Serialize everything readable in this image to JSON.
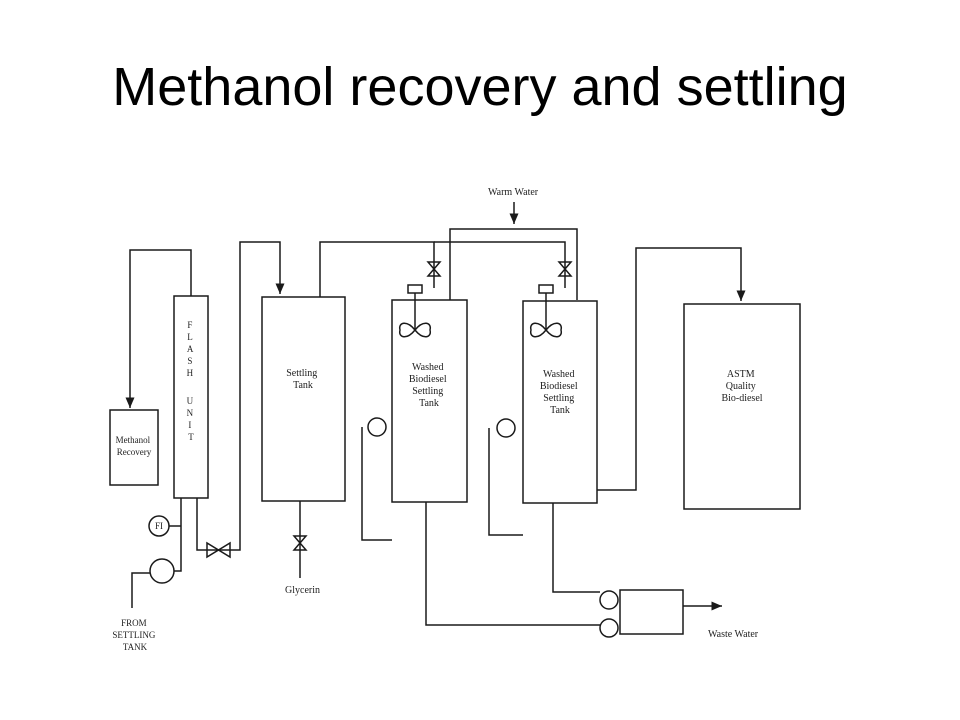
{
  "slide": {
    "title": "Methanol recovery and settling"
  },
  "diagram": {
    "warm_water": "Warm Water",
    "methanol_recovery": [
      "Methanol",
      "Recovery"
    ],
    "flash_unit": [
      "F",
      "L",
      "A",
      "S",
      "H",
      "",
      "U",
      "N",
      "I",
      "T"
    ],
    "settling_tank": [
      "Settling",
      "Tank"
    ],
    "washed_tank_1": [
      "Washed",
      "Biodiesel",
      "Settling",
      "Tank"
    ],
    "washed_tank_2": [
      "Washed",
      "Biodiesel",
      "Settling",
      "Tank"
    ],
    "astm": [
      "ASTM",
      "Quality",
      "Bio-diesel"
    ],
    "fi": "FI",
    "from_settling_tank": [
      "FROM",
      "SETTLING",
      "TANK"
    ],
    "glycerin": "Glycerin",
    "waste_water": "Waste Water"
  }
}
